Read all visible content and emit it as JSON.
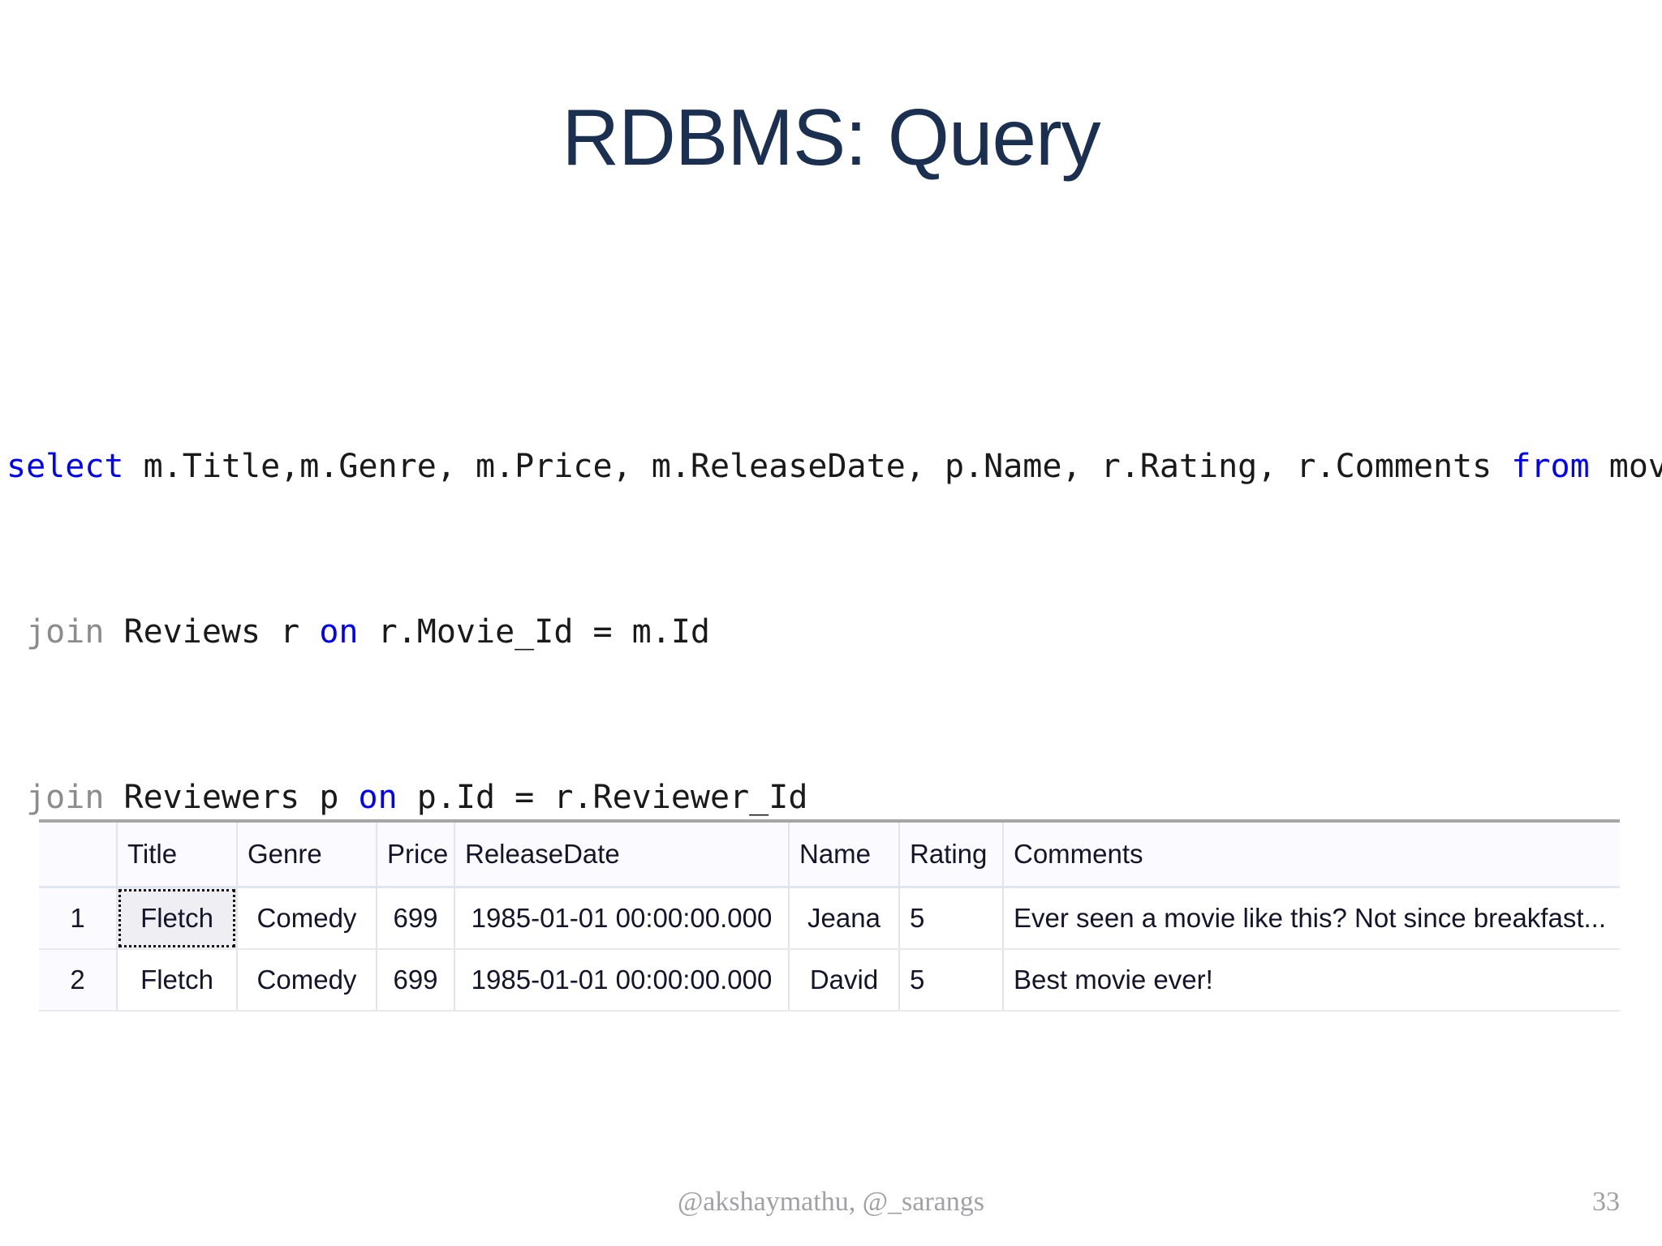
{
  "slide": {
    "title": "RDBMS: Query",
    "title_color": "#1b3050",
    "page_number": "33",
    "footer": "@akshaymathu, @_sarangs",
    "background": "#ffffff"
  },
  "sql": {
    "keyword_color_blue": "#0000ff",
    "keyword_color_gray": "#8c8c8c",
    "text_color": "#1a1a1a",
    "full_text": "select m.Title,m.Genre, m.Price, m.ReleaseDate, p.Name, r.Rating, r.Comments from movies m\n join Reviews r on r.Movie_Id = m.Id\n join Reviewers p on p.Id = r.Reviewer_Id",
    "line1": {
      "kw_select": "select",
      "cols": " m.Title,m.Genre, m.Price, m.ReleaseDate, p.Name, r.Rating, r.Comments ",
      "kw_from": "from",
      "table": " movies m"
    },
    "line2": {
      "indent": " ",
      "kw_join": "join",
      "table": " Reviews r ",
      "kw_on": "on",
      "cond": " r.Movie_Id = m.Id"
    },
    "line3": {
      "indent": " ",
      "kw_join": "join",
      "table": " Reviewers p ",
      "kw_on": "on",
      "cond": " p.Id = r.Reviewer_Id"
    }
  },
  "results": {
    "rownum_header": "",
    "columns": [
      "Title",
      "Genre",
      "Price",
      "ReleaseDate",
      "Name",
      "Rating",
      "Comments"
    ],
    "selected_cell": {
      "row": 0,
      "column": "Title"
    },
    "rows": [
      {
        "num": "1",
        "Title": "Fletch",
        "Genre": "Comedy",
        "Price": "699",
        "ReleaseDate": "1985-01-01 00:00:00.000",
        "Name": "Jeana",
        "Rating": "5",
        "Comments": "Ever seen a movie like this? Not since breakfast..."
      },
      {
        "num": "2",
        "Title": "Fletch",
        "Genre": "Comedy",
        "Price": "699",
        "ReleaseDate": "1985-01-01 00:00:00.000",
        "Name": "David",
        "Rating": "5",
        "Comments": "Best movie ever!"
      }
    ]
  }
}
